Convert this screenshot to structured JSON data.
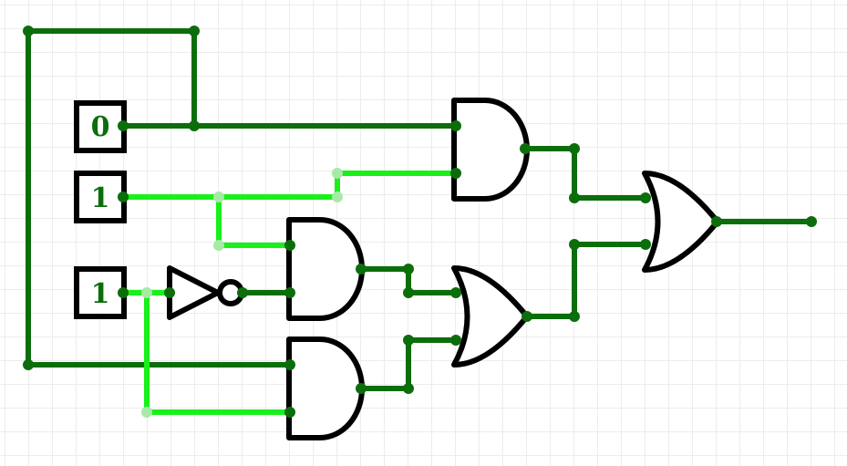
{
  "inputs": [
    {
      "value": "0"
    },
    {
      "value": "1"
    },
    {
      "value": "1"
    }
  ],
  "colors": {
    "wire_low": "#0b6e0b",
    "wire_high": "#19f019",
    "junction_highlight": "#a6eaa6",
    "gate_outline": "#000000",
    "grid": "#ececec"
  },
  "components": [
    "input-switch",
    "input-switch",
    "input-switch",
    "not-gate",
    "and-gate",
    "and-gate",
    "and-gate",
    "or-gate",
    "or-gate",
    "output-wire"
  ]
}
